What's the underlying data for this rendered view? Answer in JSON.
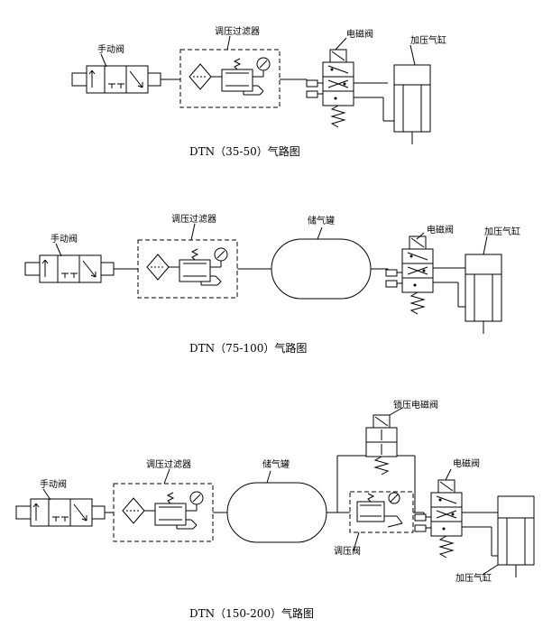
{
  "labels": {
    "manual_valve": "手动阀",
    "regulator_filter": "调压过滤器",
    "solenoid_valve": "电磁阀",
    "booster_cylinder": "加压气缸",
    "gas_tank": "储气罐",
    "lock_solenoid_valve": "锁压电磁阀",
    "pressure_valve": "调压阀"
  },
  "captions": {
    "d1": "DTN（35-50）气路图",
    "d2": "DTN（75-100）气路图",
    "d3": "DTN（150-200）气路图"
  }
}
